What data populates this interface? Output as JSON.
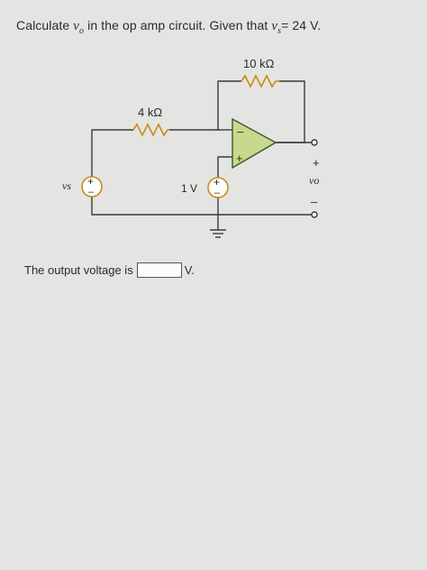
{
  "question": {
    "prefix": "Calculate",
    "var_main": "v",
    "var_sub": "o",
    "middle": "in the op amp circuit. Given that",
    "given_main": "v",
    "given_sub": "s",
    "given_value": "= 24 V."
  },
  "circuit": {
    "r_feedback_label": "10 kΩ",
    "r_input_label": "4 kΩ",
    "source_vs_label": "vs",
    "source_1v_label": "1 V",
    "output_label": "vo",
    "plus_sign": "+",
    "minus_sign": "–",
    "opamp_plus": "+",
    "opamp_minus": "–"
  },
  "answer": {
    "prompt": "The output voltage is",
    "value": "",
    "unit": "V."
  },
  "colors": {
    "wire": "#3a3a3a",
    "component": "#c98a14",
    "opamp_fill": "#c9d98b",
    "opamp_stroke": "#2f5a2f",
    "source_fill": "#ffffff"
  }
}
